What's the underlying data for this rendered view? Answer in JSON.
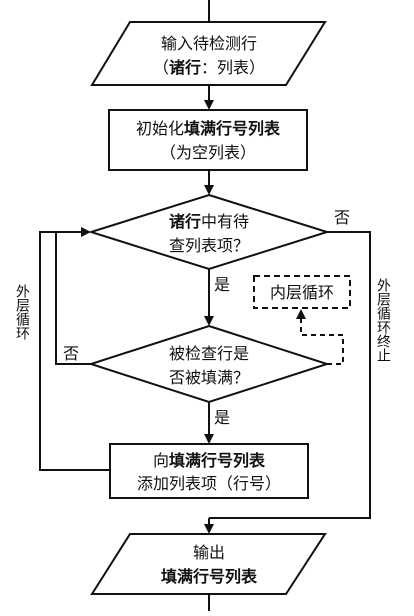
{
  "nodes": {
    "input": {
      "line1": "输入待检测行",
      "line2_bold": "诸行",
      "line2_rest": "：列表）",
      "line2_open": "（"
    },
    "init": {
      "line1_pre": "初始化",
      "line1_bold": "填满行号列表",
      "line2": "（为空列表）"
    },
    "decision1": {
      "line1_bold": "诸行",
      "line1_rest": "中有待",
      "line2": "查列表项？"
    },
    "decision2": {
      "line1": "被检查行是",
      "line2": "否被填满？"
    },
    "append": {
      "line1_pre": "向",
      "line1_bold": "填满行号列表",
      "line2": "添加列表项（行号）"
    },
    "output": {
      "line1": "输出",
      "line2_bold": "填满行号列表"
    }
  },
  "edge_labels": {
    "d1_no": "否",
    "d1_yes": "是",
    "d2_no": "否",
    "d2_yes": "是"
  },
  "annotations": {
    "inner_loop": "内层循环",
    "outer_loop_left": "外层循环",
    "outer_loop_end": "外层循环终止"
  }
}
